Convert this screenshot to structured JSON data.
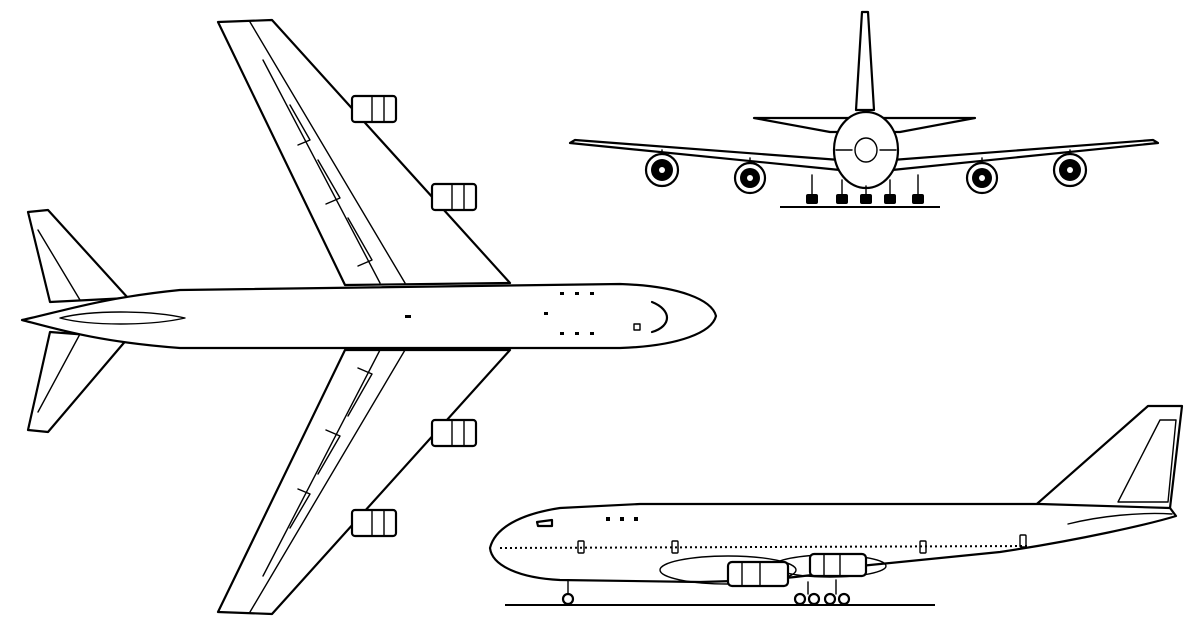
{
  "drawing": {
    "views": [
      {
        "view": "plan"
      },
      {
        "view": "front"
      },
      {
        "view": "side"
      }
    ]
  }
}
